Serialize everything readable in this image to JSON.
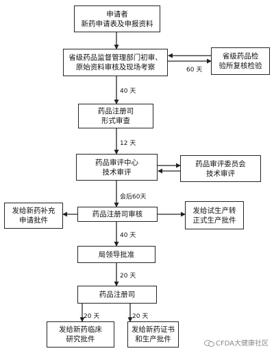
{
  "nodes": {
    "applicant": {
      "line1": "申请者",
      "line2": "新药申请表及申报资料"
    },
    "provincial": {
      "line1": "省级药品监督管理部门初审、",
      "line2": "原始资料审核及现场考察"
    },
    "lab": {
      "line1": "省级药品检",
      "line2": "验所复核检验"
    },
    "registration_formal": {
      "line1": "药品注册司",
      "line2": "形式审查"
    },
    "evaluation_center": {
      "line1": "药品审评中心",
      "line2": "技术审评"
    },
    "committee": {
      "line1": "药品审评委员会",
      "line2": "技术审评"
    },
    "supplement": {
      "line1": "发给新药补充",
      "line2": "申请批件"
    },
    "registration_review": {
      "line1": "药品注册司审核"
    },
    "trial_production": {
      "line1": "发给试生产转",
      "line2": "正式生产批件"
    },
    "director_approval": {
      "line1": "局领导批准"
    },
    "registration_final": {
      "line1": "药品注册司"
    },
    "clinical": {
      "line1": "发给新药临床",
      "line2": "研究批件"
    },
    "certificate": {
      "line1": "发给新药证书",
      "line2": "和生产批件"
    }
  },
  "labels": {
    "lab_days": "60 天",
    "provincial_days": "40 天",
    "formal_days": "12 天",
    "review_days": "会后60天",
    "approval_days": "40 天",
    "final_days": "20 天",
    "clinical_days": "20 天",
    "certificate_days": "20 天"
  },
  "watermark": {
    "text": "CFDA大健康社区",
    "icon": "wechat-icon"
  }
}
